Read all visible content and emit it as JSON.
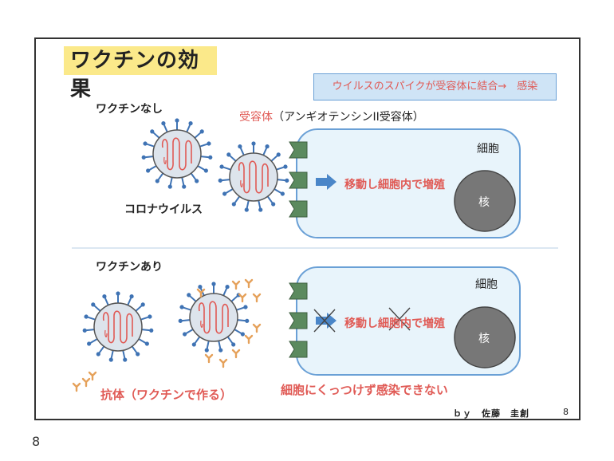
{
  "title": "ワクチンの効果",
  "info_box": "ウイルスのスパイクが受容体に結合→　感染",
  "section_without": "ワクチンなし",
  "section_with": "ワクチンあり",
  "receptor_label_red": "受容体",
  "receptor_label_rest": "（アンギオテンシンII受容体）",
  "cell_label_top": "細胞",
  "cell_label_bottom": "細胞",
  "nucleus_top": "核",
  "nucleus_bottom": "核",
  "move_text_top": "移動し細胞内で増殖",
  "move_text_bottom": "移動し細胞内で増殖",
  "virus_label": "コロナウイルス",
  "antibody_label": "抗体（ワクチンで作る）",
  "no_infection": "細胞にくっつけず感染できない",
  "author": "ｂｙ　佐藤　圭創",
  "page_inner": "8",
  "page_outer": "8",
  "colors": {
    "cell_fill": "#e8f4fb",
    "cell_stroke": "#6aa0d6",
    "receptor": "#5b8a5e",
    "nucleus": "#777777",
    "virus_fill": "#dde4ec",
    "spike": "#3f73b4",
    "rna": "#e05a55",
    "arrow": "#4a86c8",
    "antibody": "#e5a15a",
    "highlight": "#fbe98a",
    "accent_text": "#e05a55"
  }
}
